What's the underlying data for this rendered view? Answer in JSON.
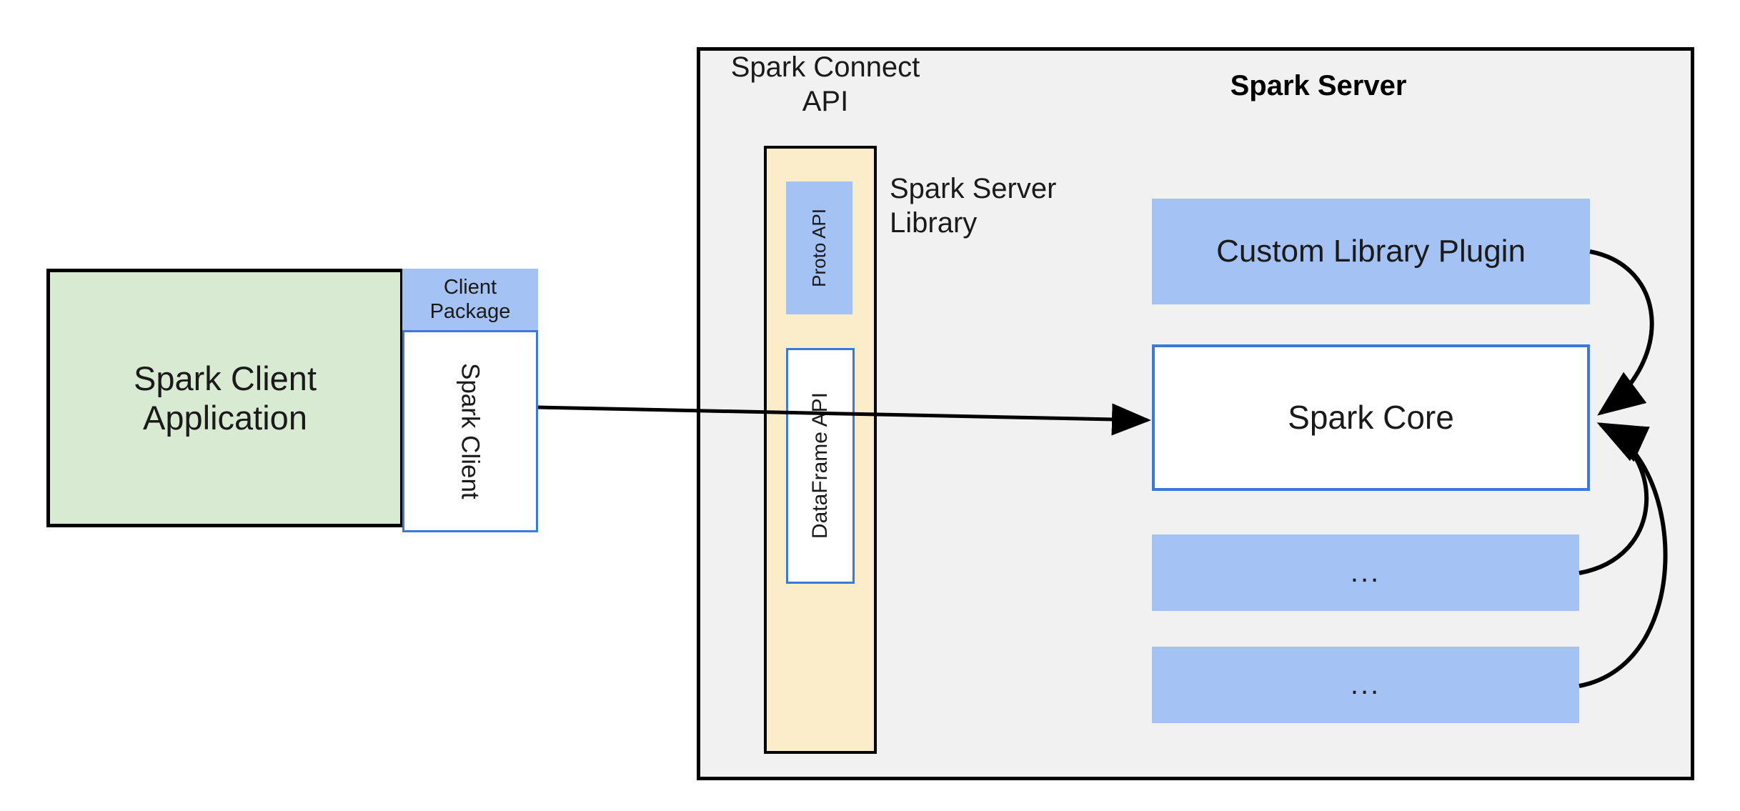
{
  "diagram": {
    "title": "Spark Connect architecture",
    "colors": {
      "client_app_fill": "#d9ead3",
      "blue_fill": "#a4c2f4",
      "cream_fill": "#fcedca",
      "panel_fill": "#f1f1f1",
      "blue_stroke": "#3c78d8",
      "black_stroke": "#000000",
      "white_fill": "#ffffff"
    }
  },
  "client": {
    "app_label": "Spark Client\nApplication",
    "package_label": "Client\nPackage",
    "client_label": "Spark Client"
  },
  "server": {
    "panel_title": "Spark Server",
    "connect_api_label": "Spark Connect\nAPI",
    "server_library_label": "Spark Server\nLibrary",
    "proto_api_label": "Proto API",
    "dataframe_api_label": "DataFrame API",
    "components": [
      {
        "label": "Custom Library Plugin",
        "kind": "plugin"
      },
      {
        "label": "Spark Core",
        "kind": "core"
      },
      {
        "label": "...",
        "kind": "more"
      },
      {
        "label": "...",
        "kind": "more"
      }
    ]
  },
  "connectors": [
    {
      "name": "client-to-core",
      "from": "Spark Client",
      "to": "Spark Core",
      "style": "straight-arrow"
    },
    {
      "name": "plugin-to-core",
      "from": "Custom Library Plugin",
      "to": "Spark Core",
      "style": "curved-arrow"
    },
    {
      "name": "more1-to-core",
      "from": "...",
      "to": "Spark Core",
      "style": "curved-arrow"
    },
    {
      "name": "more2-to-core",
      "from": "...",
      "to": "Spark Core",
      "style": "curved-arrow"
    }
  ]
}
